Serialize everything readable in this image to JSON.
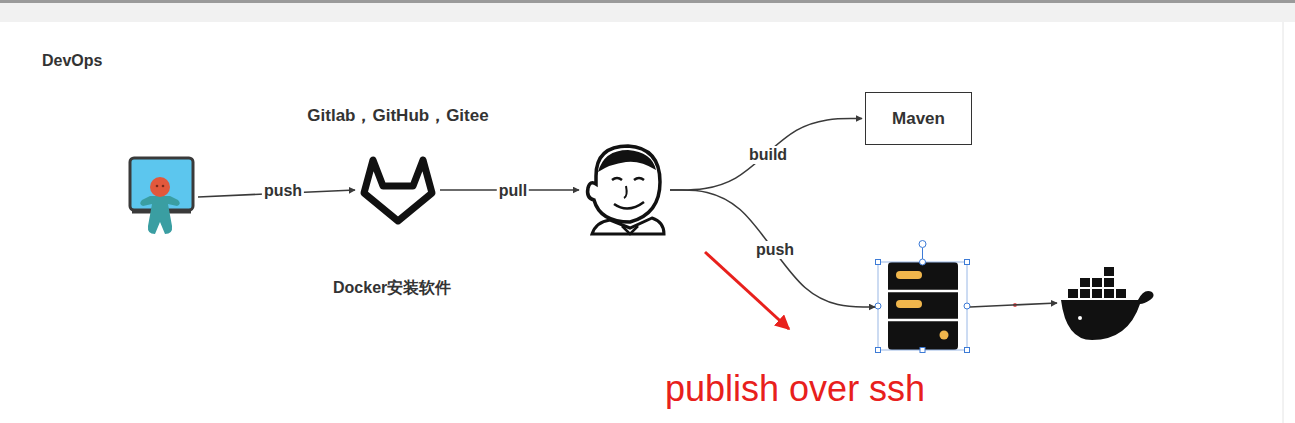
{
  "diagram": {
    "title": "DevOps",
    "nodes": [
      {
        "text": []
      },
      {
        "text": [
          "Gitlab，GitHub，Gitee"
        ]
      },
      {
        "text": []
      },
      {
        "text": [
          "Maven"
        ]
      },
      {
        "text": []
      },
      {
        "text": []
      }
    ],
    "edges": [
      {
        "from": 0,
        "to": 1,
        "label": "push",
        "arrow": "to"
      },
      {
        "from": 1,
        "to": 2,
        "label": "pull",
        "arrow": "to"
      },
      {
        "from": 2,
        "to": 3,
        "label": "build",
        "arrow": "to"
      },
      {
        "from": 2,
        "to": 4,
        "label": "push",
        "arrow": "to"
      },
      {
        "from": 4,
        "to": 5,
        "arrow": "to"
      }
    ],
    "labels": [
      "Docker安装软件",
      "publish over ssh"
    ]
  }
}
